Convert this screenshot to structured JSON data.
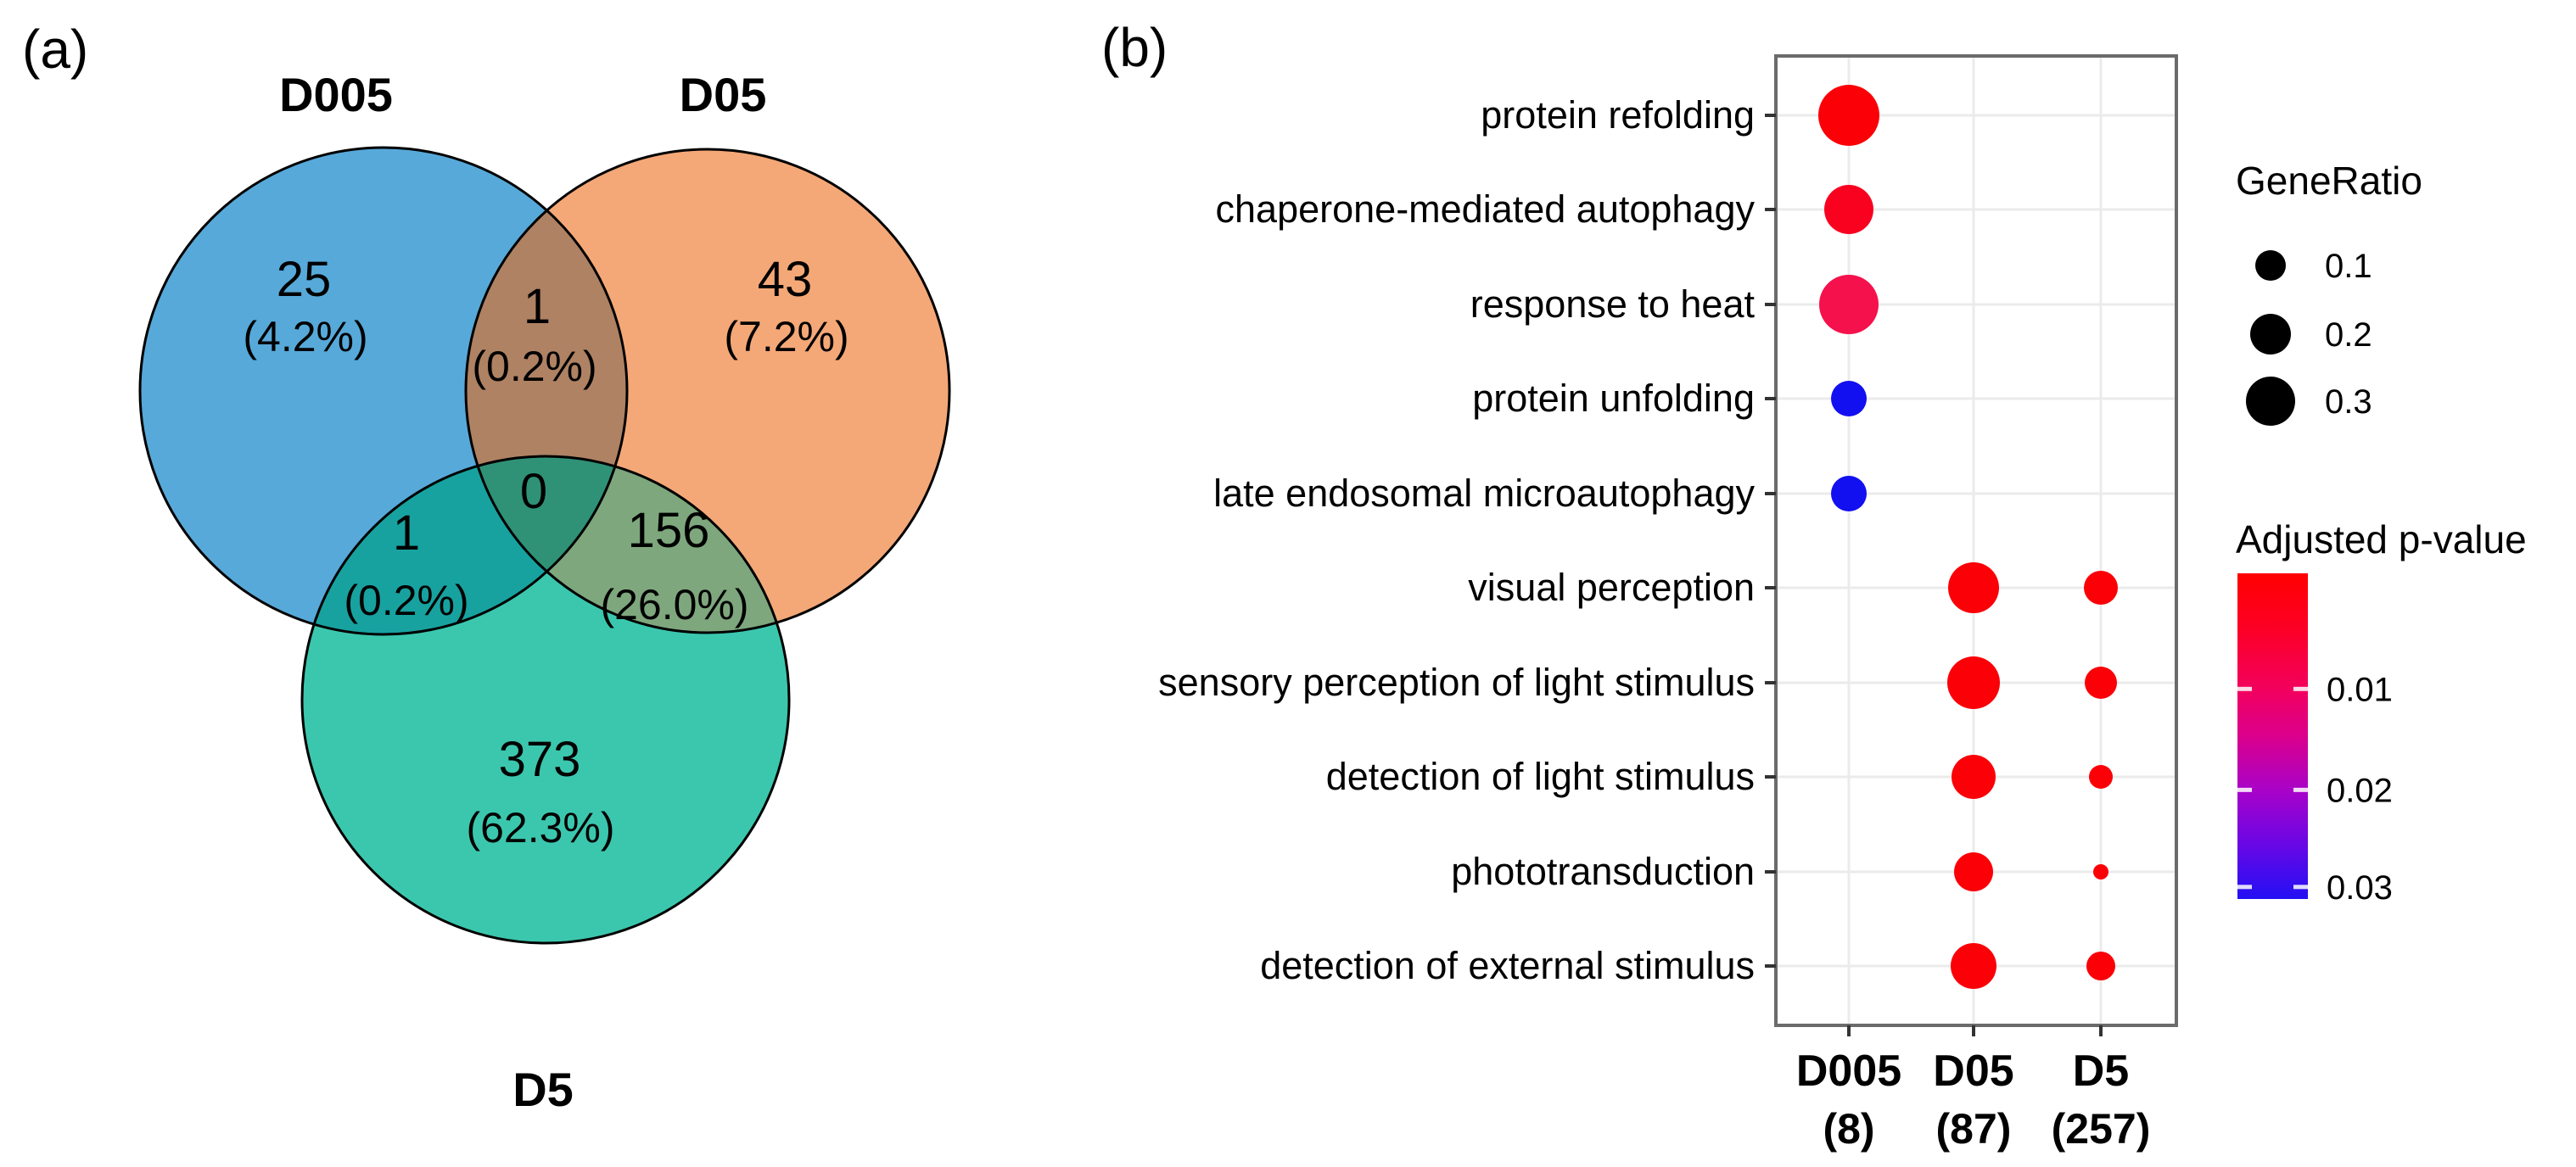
{
  "panels": {
    "a_tag": "(a)",
    "b_tag": "(b)"
  },
  "venn": {
    "sets": [
      {
        "label": "D005",
        "color": "#57A9D9"
      },
      {
        "label": "D05",
        "color": "#F4A877"
      },
      {
        "label": "D5",
        "color": "#3BC7AE"
      }
    ],
    "overlap_colors": {
      "d005_d05": "#AE8263",
      "d005_d5": "#17A2A0",
      "d05_d5": "#7EA77D",
      "center": "#2F9277"
    },
    "outline_color": "#000000",
    "regions": [
      {
        "name": "D005 only",
        "count": "25",
        "percent": "(4.2%)"
      },
      {
        "name": "D005 and D05",
        "count": "1",
        "percent": "(0.2%)"
      },
      {
        "name": "D05 only",
        "count": "43",
        "percent": "(7.2%)"
      },
      {
        "name": "D005 and D5",
        "count": "1",
        "percent": "(0.2%)"
      },
      {
        "name": "D005 D05 D5",
        "count": "0",
        "percent": ""
      },
      {
        "name": "D05 and D5",
        "count": "156",
        "percent": "(26.0%)"
      },
      {
        "name": "D5 only",
        "count": "373",
        "percent": "(62.3%)"
      }
    ]
  },
  "chart_data": {
    "type": "scatter",
    "title": "GO term enrichment dot plot",
    "xlabel": "",
    "ylabel": "",
    "grid": true,
    "legend_position": "right",
    "x_categories": [
      {
        "label": "D005",
        "count": "(8)"
      },
      {
        "label": "D05",
        "count": "(87)"
      },
      {
        "label": "D5",
        "count": "(257)"
      }
    ],
    "y_categories": [
      "protein refolding",
      "chaperone-mediated autophagy",
      "response to heat",
      "protein unfolding",
      "late endosomal microautophagy",
      "visual perception",
      "sensory perception of light stimulus",
      "detection of light stimulus",
      "phototransduction",
      "detection of external stimulus"
    ],
    "dots": [
      {
        "x": "D005",
        "y": "protein refolding",
        "gene_ratio": 0.45,
        "p_adjust": 0.001,
        "radius": 36,
        "color": "#FB0007"
      },
      {
        "x": "D005",
        "y": "chaperone-mediated autophagy",
        "gene_ratio": 0.3,
        "p_adjust": 0.004,
        "radius": 29,
        "color": "#F80220"
      },
      {
        "x": "D005",
        "y": "response to heat",
        "gene_ratio": 0.42,
        "p_adjust": 0.008,
        "radius": 35,
        "color": "#F5114B"
      },
      {
        "x": "D005",
        "y": "protein unfolding",
        "gene_ratio": 0.15,
        "p_adjust": 0.03,
        "radius": 21,
        "color": "#120FF0"
      },
      {
        "x": "D005",
        "y": "late endosomal microautophagy",
        "gene_ratio": 0.15,
        "p_adjust": 0.03,
        "radius": 21,
        "color": "#120FF0"
      },
      {
        "x": "D05",
        "y": "visual perception",
        "gene_ratio": 0.32,
        "p_adjust": 0.001,
        "radius": 30,
        "color": "#FB0007"
      },
      {
        "x": "D5",
        "y": "visual perception",
        "gene_ratio": 0.13,
        "p_adjust": 0.001,
        "radius": 20,
        "color": "#FB0007"
      },
      {
        "x": "D05",
        "y": "sensory perception of light stimulus",
        "gene_ratio": 0.34,
        "p_adjust": 0.001,
        "radius": 31,
        "color": "#FB0007"
      },
      {
        "x": "D5",
        "y": "sensory perception of light stimulus",
        "gene_ratio": 0.12,
        "p_adjust": 0.001,
        "radius": 19,
        "color": "#FB0007"
      },
      {
        "x": "D05",
        "y": "detection of light stimulus",
        "gene_ratio": 0.25,
        "p_adjust": 0.001,
        "radius": 26,
        "color": "#FB0007"
      },
      {
        "x": "D5",
        "y": "detection of light stimulus",
        "gene_ratio": 0.07,
        "p_adjust": 0.001,
        "radius": 14,
        "color": "#FB0007"
      },
      {
        "x": "D05",
        "y": "phototransduction",
        "gene_ratio": 0.19,
        "p_adjust": 0.001,
        "radius": 23,
        "color": "#FB0007"
      },
      {
        "x": "D5",
        "y": "phototransduction",
        "gene_ratio": 0.035,
        "p_adjust": 0.001,
        "radius": 9,
        "color": "#FB0007"
      },
      {
        "x": "D05",
        "y": "detection of external stimulus",
        "gene_ratio": 0.26,
        "p_adjust": 0.001,
        "radius": 27,
        "color": "#FB0007"
      },
      {
        "x": "D5",
        "y": "detection of external stimulus",
        "gene_ratio": 0.1,
        "p_adjust": 0.001,
        "radius": 17,
        "color": "#FB0007"
      }
    ],
    "size_legend": {
      "title": "GeneRatio",
      "items": [
        {
          "label": "0.1",
          "radius": 18
        },
        {
          "label": "0.2",
          "radius": 24
        },
        {
          "label": "0.3",
          "radius": 29
        }
      ],
      "dot_color": "#000000"
    },
    "color_legend": {
      "title": "Adjusted p-value",
      "ticks": [
        {
          "label": "0.01",
          "frac": 0.355
        },
        {
          "label": "0.02",
          "frac": 0.665
        },
        {
          "label": "0.03",
          "frac": 0.963
        }
      ],
      "gradient": [
        {
          "pos": 0.0,
          "color": "#FF0000"
        },
        {
          "pos": 0.18,
          "color": "#FC0028"
        },
        {
          "pos": 0.36,
          "color": "#F2005F"
        },
        {
          "pos": 0.5,
          "color": "#DB008C"
        },
        {
          "pos": 0.67,
          "color": "#A702C9"
        },
        {
          "pos": 0.83,
          "color": "#6A07E5"
        },
        {
          "pos": 1.0,
          "color": "#2310F4"
        }
      ]
    }
  }
}
